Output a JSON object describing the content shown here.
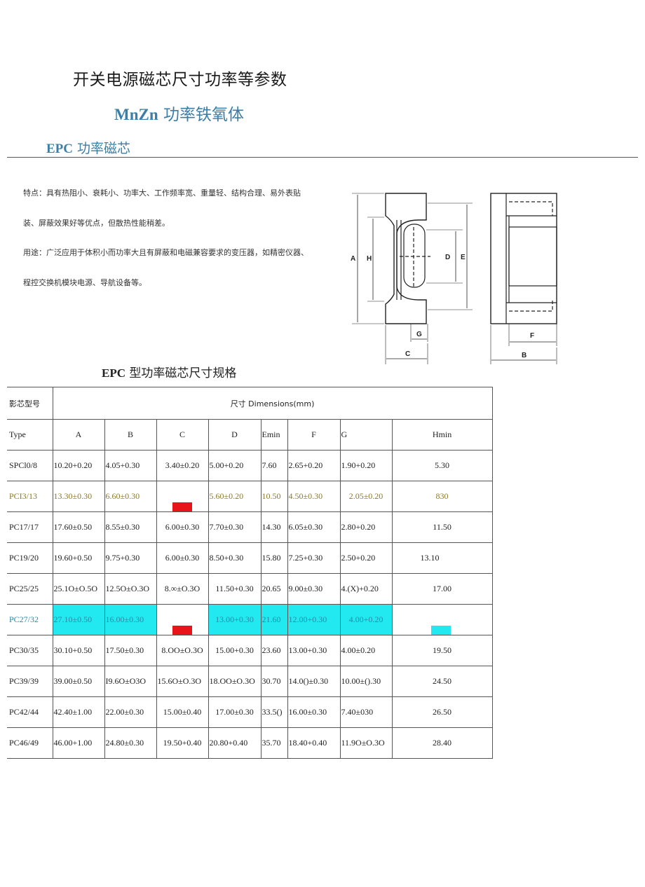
{
  "heading": {
    "title": "开关电源磁芯尺寸功率等参数",
    "subtitle_latin": "MnZn",
    "subtitle_cn": "功率铁氧体",
    "section_latin": "EPC",
    "section_cn": "功率磁芯"
  },
  "description": [
    "特点：具有热阻小、衰耗小、功率大、工作频率宽、重量轻、结构合理、易外表贴",
    "装、屏蔽效果好等优点，但散热性能稍差。",
    "用途：广泛应用于体积小而功率大且有屏蔽和电磁兼容要求的变压器，如精密仪器、",
    "程控交换机模块电源、导航设备等。"
  ],
  "diagram": {
    "labels": {
      "A": "A",
      "H": "H",
      "D": "D",
      "E": "E",
      "G": "G",
      "C": "C",
      "F": "F",
      "B": "B"
    }
  },
  "table_title": {
    "latin": "EPC",
    "cn": "型功率磁芯尺寸规格"
  },
  "table": {
    "header_model": "影芯型号",
    "header_dimensions": "尺寸 Dimensions(mm)",
    "columns": [
      "Type",
      "A",
      "B",
      "C",
      "D",
      "Emin",
      "F",
      "G",
      "Hmin"
    ],
    "rows": [
      [
        "SPCl0/8",
        "10.20+0.20",
        "4.05+0.30",
        "3.40±0.20",
        "5.00+0.20",
        "7.60",
        "2.65+0.20",
        "1.90+0.20",
        "5.30"
      ],
      [
        "PCI3/13",
        "13.30±0.30",
        "6.60±0.30",
        "",
        "5.60±0.20",
        "10.50",
        "4.50±0.30",
        "2.05±0.20",
        "830"
      ],
      [
        "PC17/17",
        "17.60±0.50",
        "8.55±0.30",
        "6.00±0.30",
        "7.70±0.30",
        "14.30",
        "6.05±0.30",
        "2.80+0.20",
        "11.50"
      ],
      [
        "PC19/20",
        "19.60+0.50",
        "9.75+0.30",
        "6.00±0.30",
        "8.50+0.30",
        "15.80",
        "7.25+0.30",
        "2.50+0.20",
        "13.10"
      ],
      [
        "PC25/25",
        "25.1O±O.5O",
        "12.5O±O.3O",
        "8.∞±O.3O",
        "11.50+0.30",
        "20.65",
        "9.00±0.30",
        "4.(X)+0.20",
        "17.00"
      ],
      [
        "PC27/32",
        "27.10±0.50",
        "16.00±0.30",
        "",
        "13.00+0.30",
        "21.60",
        "12.00+0.30",
        "4.00+0.20",
        ""
      ],
      [
        "PC30/35",
        "30.10+0.50",
        "17.50±0.30",
        "8.OO±O.3O",
        "15.00+0.30",
        "23.60",
        "13.00+0.30",
        "4.00±0.20",
        "19.50"
      ],
      [
        "PC39/39",
        "39.00±0.50",
        "I9.6O±O3O",
        "15.6O±O.3O",
        "18.OO±O.3O",
        "30.70",
        "14.0()±0.30",
        "10.00±().30",
        "24.50"
      ],
      [
        "PC42/44",
        "42.40±1.00",
        "22.00±0.30",
        "15.00±0.40",
        "17.00±0.30",
        "33.5()",
        "16.00±0.30",
        "7.40±030",
        "26.50"
      ],
      [
        "PC46/49",
        "46.00+1.00",
        "24.80±0.30",
        "19.50+0.40",
        "20.80+0.40",
        "35.70",
        "18.40+0.40",
        "11.9O±O.3O",
        "28.40"
      ]
    ]
  },
  "colors": {
    "heading_blue": "#3b7fa8",
    "olive": "#8a7a2a",
    "teal": "#2a8aa6",
    "highlight_cyan": "#22e8f0",
    "mark_red": "#e8141a"
  }
}
